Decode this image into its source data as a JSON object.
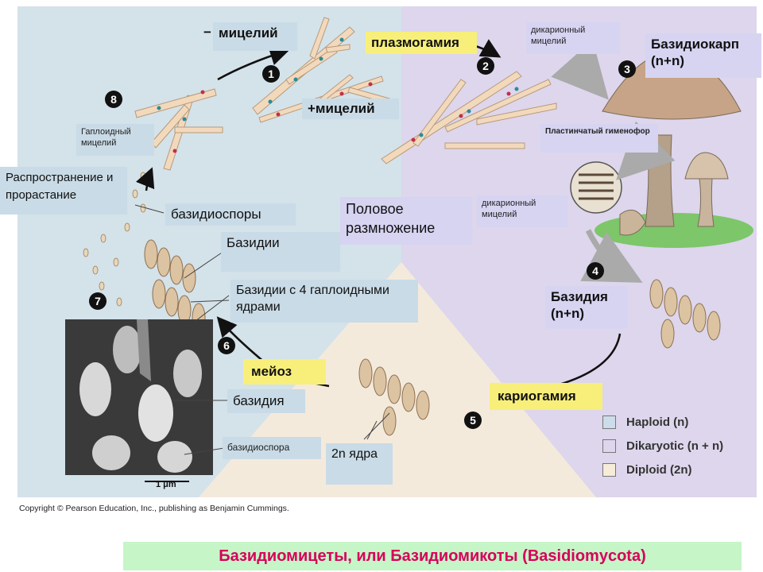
{
  "labels": {
    "mycelium_minus": "мицелий",
    "mycelium_minus_sign": "−",
    "mycelium_plus": "+мицелий",
    "plasmogamy": "плазмогамия",
    "dikaryon_mycelium_top": "дикарионный мицелий",
    "basidiocarp": "Базидиокарп (n+n)",
    "gill_hymenophore": "Пластинчатый гименофор",
    "dikaryon_mycelium_mid": "дикарионный мицелий",
    "haploid_mycelium": "Гаплоидный мицелий",
    "dispersal": "Распространение и прорастание",
    "basidiospores": "базидиоспоры",
    "sexual_reproduction": "Половое размножение",
    "basidia": "Базидии",
    "basidia_4_nuclei": "Базидии с 4 гаплоидными ядрами",
    "basidium_nn": "Базидия (n+n)",
    "meiosis": "мейоз",
    "karyogamy": "кариогамия",
    "basidium_sem": "базидия",
    "basidiospore_sem": "базидиоспора",
    "nuclei_2n": "2n ядра",
    "scale": "1 μm"
  },
  "steps": [
    "1",
    "2",
    "3",
    "4",
    "5",
    "6",
    "7",
    "8"
  ],
  "legend": [
    {
      "label": "Haploid (n)",
      "color": "#cddcea"
    },
    {
      "label": "Dikaryotic (n + n)",
      "color": "#ddd6ee"
    },
    {
      "label": "Diploid (2n)",
      "color": "#f6ecd8"
    }
  ],
  "copyright": "Copyright © Pearson Education, Inc., publishing as Benjamin Cummings.",
  "title": "Базидиомицеты, или Базидиомикоты (Basidiomycota)",
  "colors": {
    "haploid_bg": "#d4e2ea",
    "dikaryotic_bg": "#ddd6ec",
    "diploid_bg": "#f4eadc",
    "hypha": "#f3d9bc",
    "nucleus_red": "#c0304a",
    "nucleus_teal": "#2a8c95",
    "title_text": "#d8005a",
    "title_bg": "#c6f5c8"
  }
}
